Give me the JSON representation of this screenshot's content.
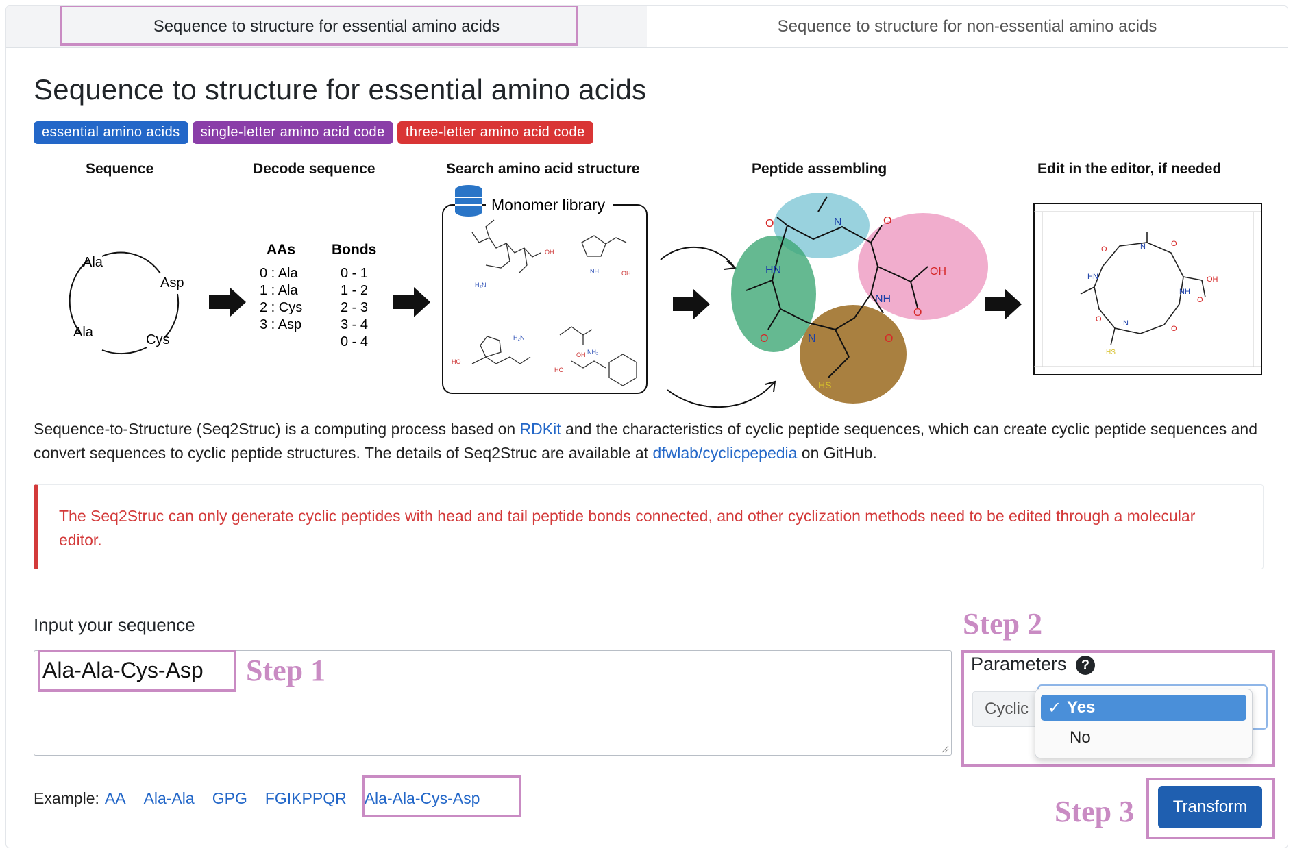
{
  "tabs": [
    {
      "label": "Sequence to structure for essential amino acids",
      "active": true
    },
    {
      "label": "Sequence to structure for non-essential amino acids",
      "active": false
    }
  ],
  "page_title": "Sequence to structure for essential amino acids",
  "badges": [
    {
      "label": "essential amino acids",
      "color": "#2367c8"
    },
    {
      "label": "single-letter amino acid code",
      "color": "#8a3ea8"
    },
    {
      "label": "three-letter amino acid code",
      "color": "#d93535"
    }
  ],
  "workflow": {
    "sequence": {
      "title": "Sequence",
      "residues": [
        "Ala",
        "Asp",
        "Cys",
        "Ala"
      ]
    },
    "decode": {
      "title": "Decode sequence",
      "aa_header": "AAs",
      "bonds_header": "Bonds",
      "aas": [
        "0 : Ala",
        "1 : Ala",
        "2 : Cys",
        "3 : Asp"
      ],
      "bonds": [
        "0 - 1",
        "1 - 2",
        "2 - 3",
        "3 - 4",
        "0 - 4"
      ]
    },
    "search": {
      "title": "Search amino acid structure",
      "library_label": "Monomer library"
    },
    "assemble": {
      "title": "Peptide assembling"
    },
    "edit": {
      "title": "Edit in the editor, if needed"
    }
  },
  "description": {
    "part1": "Sequence-to-Structure (Seq2Struc) is a computing process based on ",
    "link1": "RDKit",
    "part2": " and the characteristics of cyclic peptide sequences, which can create cyclic peptide sequences and convert sequences to cyclic peptide structures. The details of Seq2Struc are available at ",
    "link2": "dfwlab/cyclicpepedia",
    "part3": " on GitHub."
  },
  "alert": "The Seq2Struc can only generate cyclic peptides with head and tail peptide bonds connected, and other cyclization methods need to be edited through a molecular editor.",
  "input": {
    "label": "Input your sequence",
    "value": "Ala-Ala-Cys-Asp"
  },
  "steps": {
    "step1": "Step 1",
    "step2": "Step 2",
    "step3": "Step 3"
  },
  "parameters": {
    "title": "Parameters",
    "help": "?",
    "cyclic_label": "Cyclic",
    "options": [
      "Yes",
      "No"
    ],
    "selected": "Yes"
  },
  "examples": {
    "label": "Example:",
    "items": [
      "AA",
      "Ala-Ala",
      "GPG",
      "FGIKPPQR",
      "Ala-Ala-Cys-Asp"
    ]
  },
  "transform_label": "Transform",
  "colors": {
    "highlight": "#c98bc3",
    "primary": "#1f5fb0",
    "alert": "#d33a3a",
    "link": "#2367c8"
  }
}
